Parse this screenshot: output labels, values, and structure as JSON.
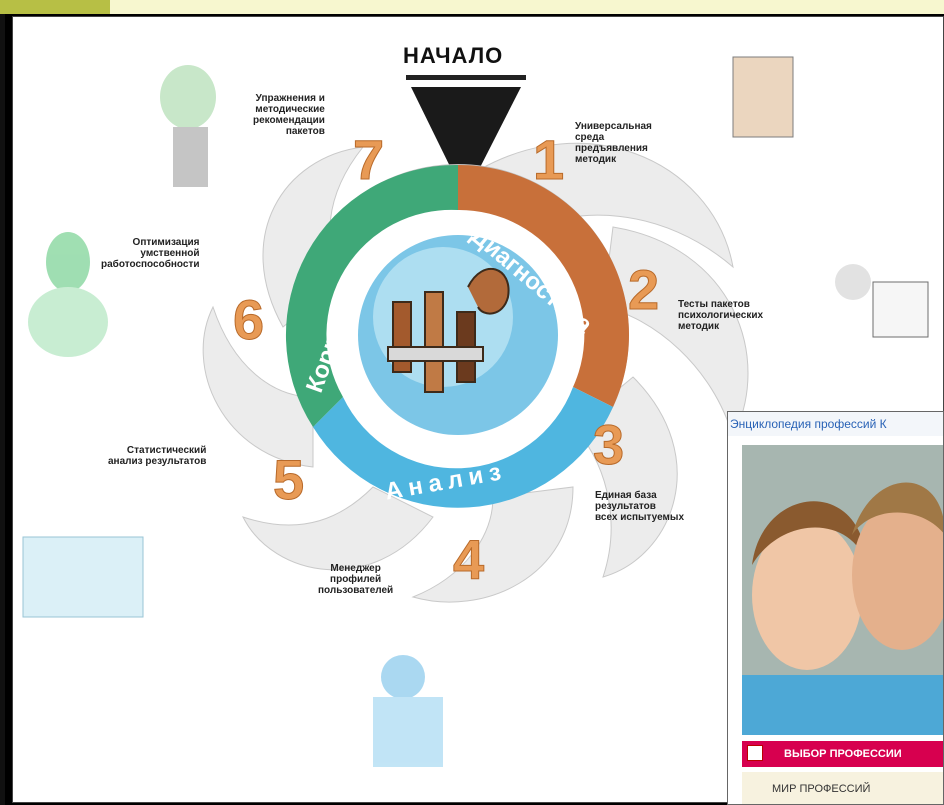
{
  "diagram": {
    "start": "НАЧАЛО",
    "segments": {
      "diagnostics": "Диагностика",
      "correction": "Коррекция",
      "analysis": "Анализ"
    },
    "steps": [
      {
        "n": "1",
        "text": [
          "Универсальная",
          "среда",
          "предъявления",
          "методик"
        ]
      },
      {
        "n": "2",
        "text": [
          "Тесты пакетов",
          "психологических",
          "методик"
        ]
      },
      {
        "n": "3",
        "text": [
          "Единая база",
          "результатов",
          "всех испытуемых"
        ]
      },
      {
        "n": "4",
        "text": [
          "Менеджер",
          "профилей",
          "пользователей"
        ]
      },
      {
        "n": "5",
        "text": [
          "Статистический",
          "анализ результатов"
        ]
      },
      {
        "n": "6",
        "text": [
          "Оптимизация",
          "умственной",
          "работоспособности"
        ]
      },
      {
        "n": "7",
        "text": [
          "Упражнения и",
          "методические",
          "рекомендации",
          "пакетов"
        ]
      }
    ],
    "colors": {
      "orange": "#c8703a",
      "green": "#3fa878",
      "blue": "#4fb6e0",
      "number": "#e89a55"
    }
  },
  "popup": {
    "title": "Энциклопедия профессий К",
    "menu": {
      "selected": "ВЫБОР ПРОФЕССИИ",
      "item": "МИР ПРОФЕССИЙ"
    }
  }
}
